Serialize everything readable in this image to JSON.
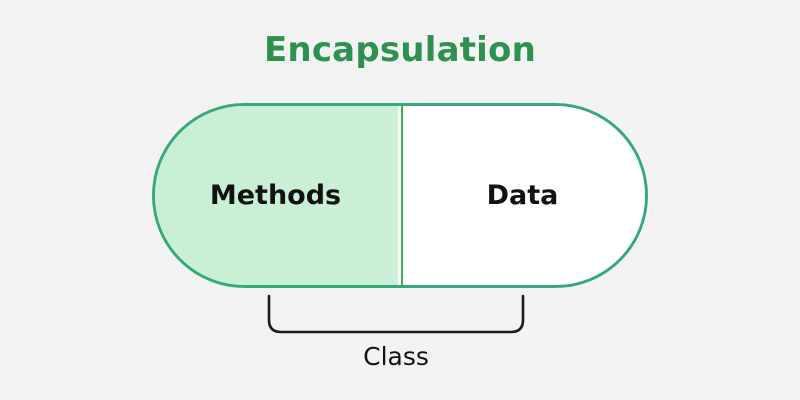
{
  "diagram": {
    "title": "Encapsulation",
    "background_color": "#f3f3f3",
    "title_color": "#2e9150",
    "capsule": {
      "border_color": "#35a979",
      "divider_color": "#3faf56",
      "halves": [
        {
          "label": "Methods",
          "fill_color": "#c9f0d4",
          "side": "left"
        },
        {
          "label": "Data",
          "fill_color": "#ffffff",
          "side": "right"
        }
      ]
    },
    "bracket": {
      "label": "Class",
      "color": "#1a1a1a",
      "orientation": "bottom"
    }
  }
}
